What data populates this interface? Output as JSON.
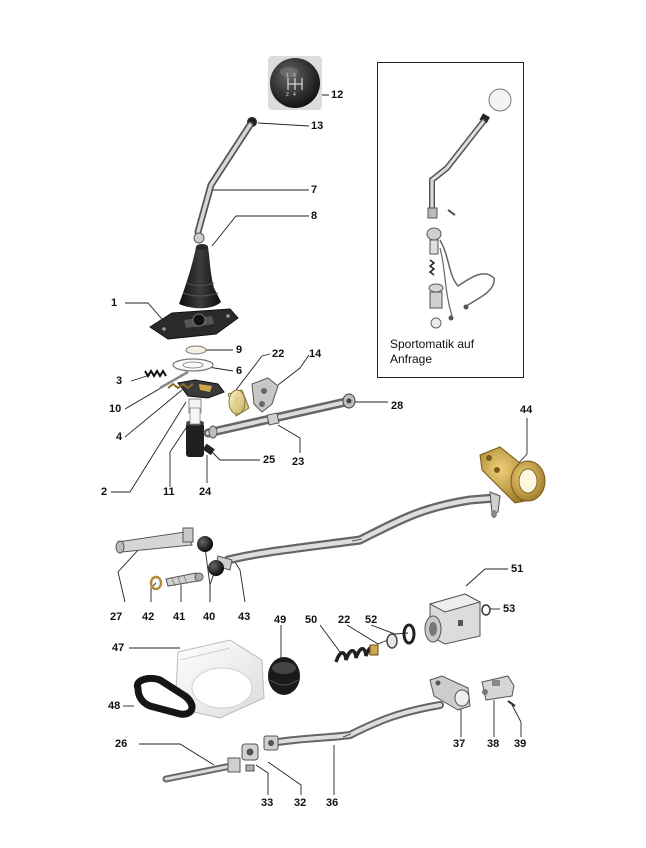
{
  "inset": {
    "caption_line1": "Sportomatik auf",
    "caption_line2": "Anfrage"
  },
  "callouts": {
    "n1": "1",
    "n2": "2",
    "n3": "3",
    "n4": "4",
    "n6": "6",
    "n7": "7",
    "n8": "8",
    "n9": "9",
    "n10": "10",
    "n11": "11",
    "n12": "12",
    "n13": "13",
    "n14": "14",
    "n22a": "22",
    "n22b": "22",
    "n23": "23",
    "n24": "24",
    "n25": "25",
    "n26": "26",
    "n27": "27",
    "n28": "28",
    "n32": "32",
    "n33": "33",
    "n36": "36",
    "n37": "37",
    "n38": "38",
    "n39": "39",
    "n40": "40",
    "n41": "41",
    "n42": "42",
    "n43": "43",
    "n44": "44",
    "n47": "47",
    "n48": "48",
    "n49": "49",
    "n50": "50",
    "n51": "51",
    "n52": "52",
    "n53": "53"
  },
  "knob_pattern": {
    "g1": "1",
    "g2": "2",
    "g3": "3",
    "g4": "4"
  },
  "colors": {
    "metal": "#b9b9b9",
    "metal_dark": "#7a7a7a",
    "rubber": "#1e1e1e",
    "brass": "#c9a24a",
    "cream": "#e8d79a",
    "line": "#222222"
  }
}
